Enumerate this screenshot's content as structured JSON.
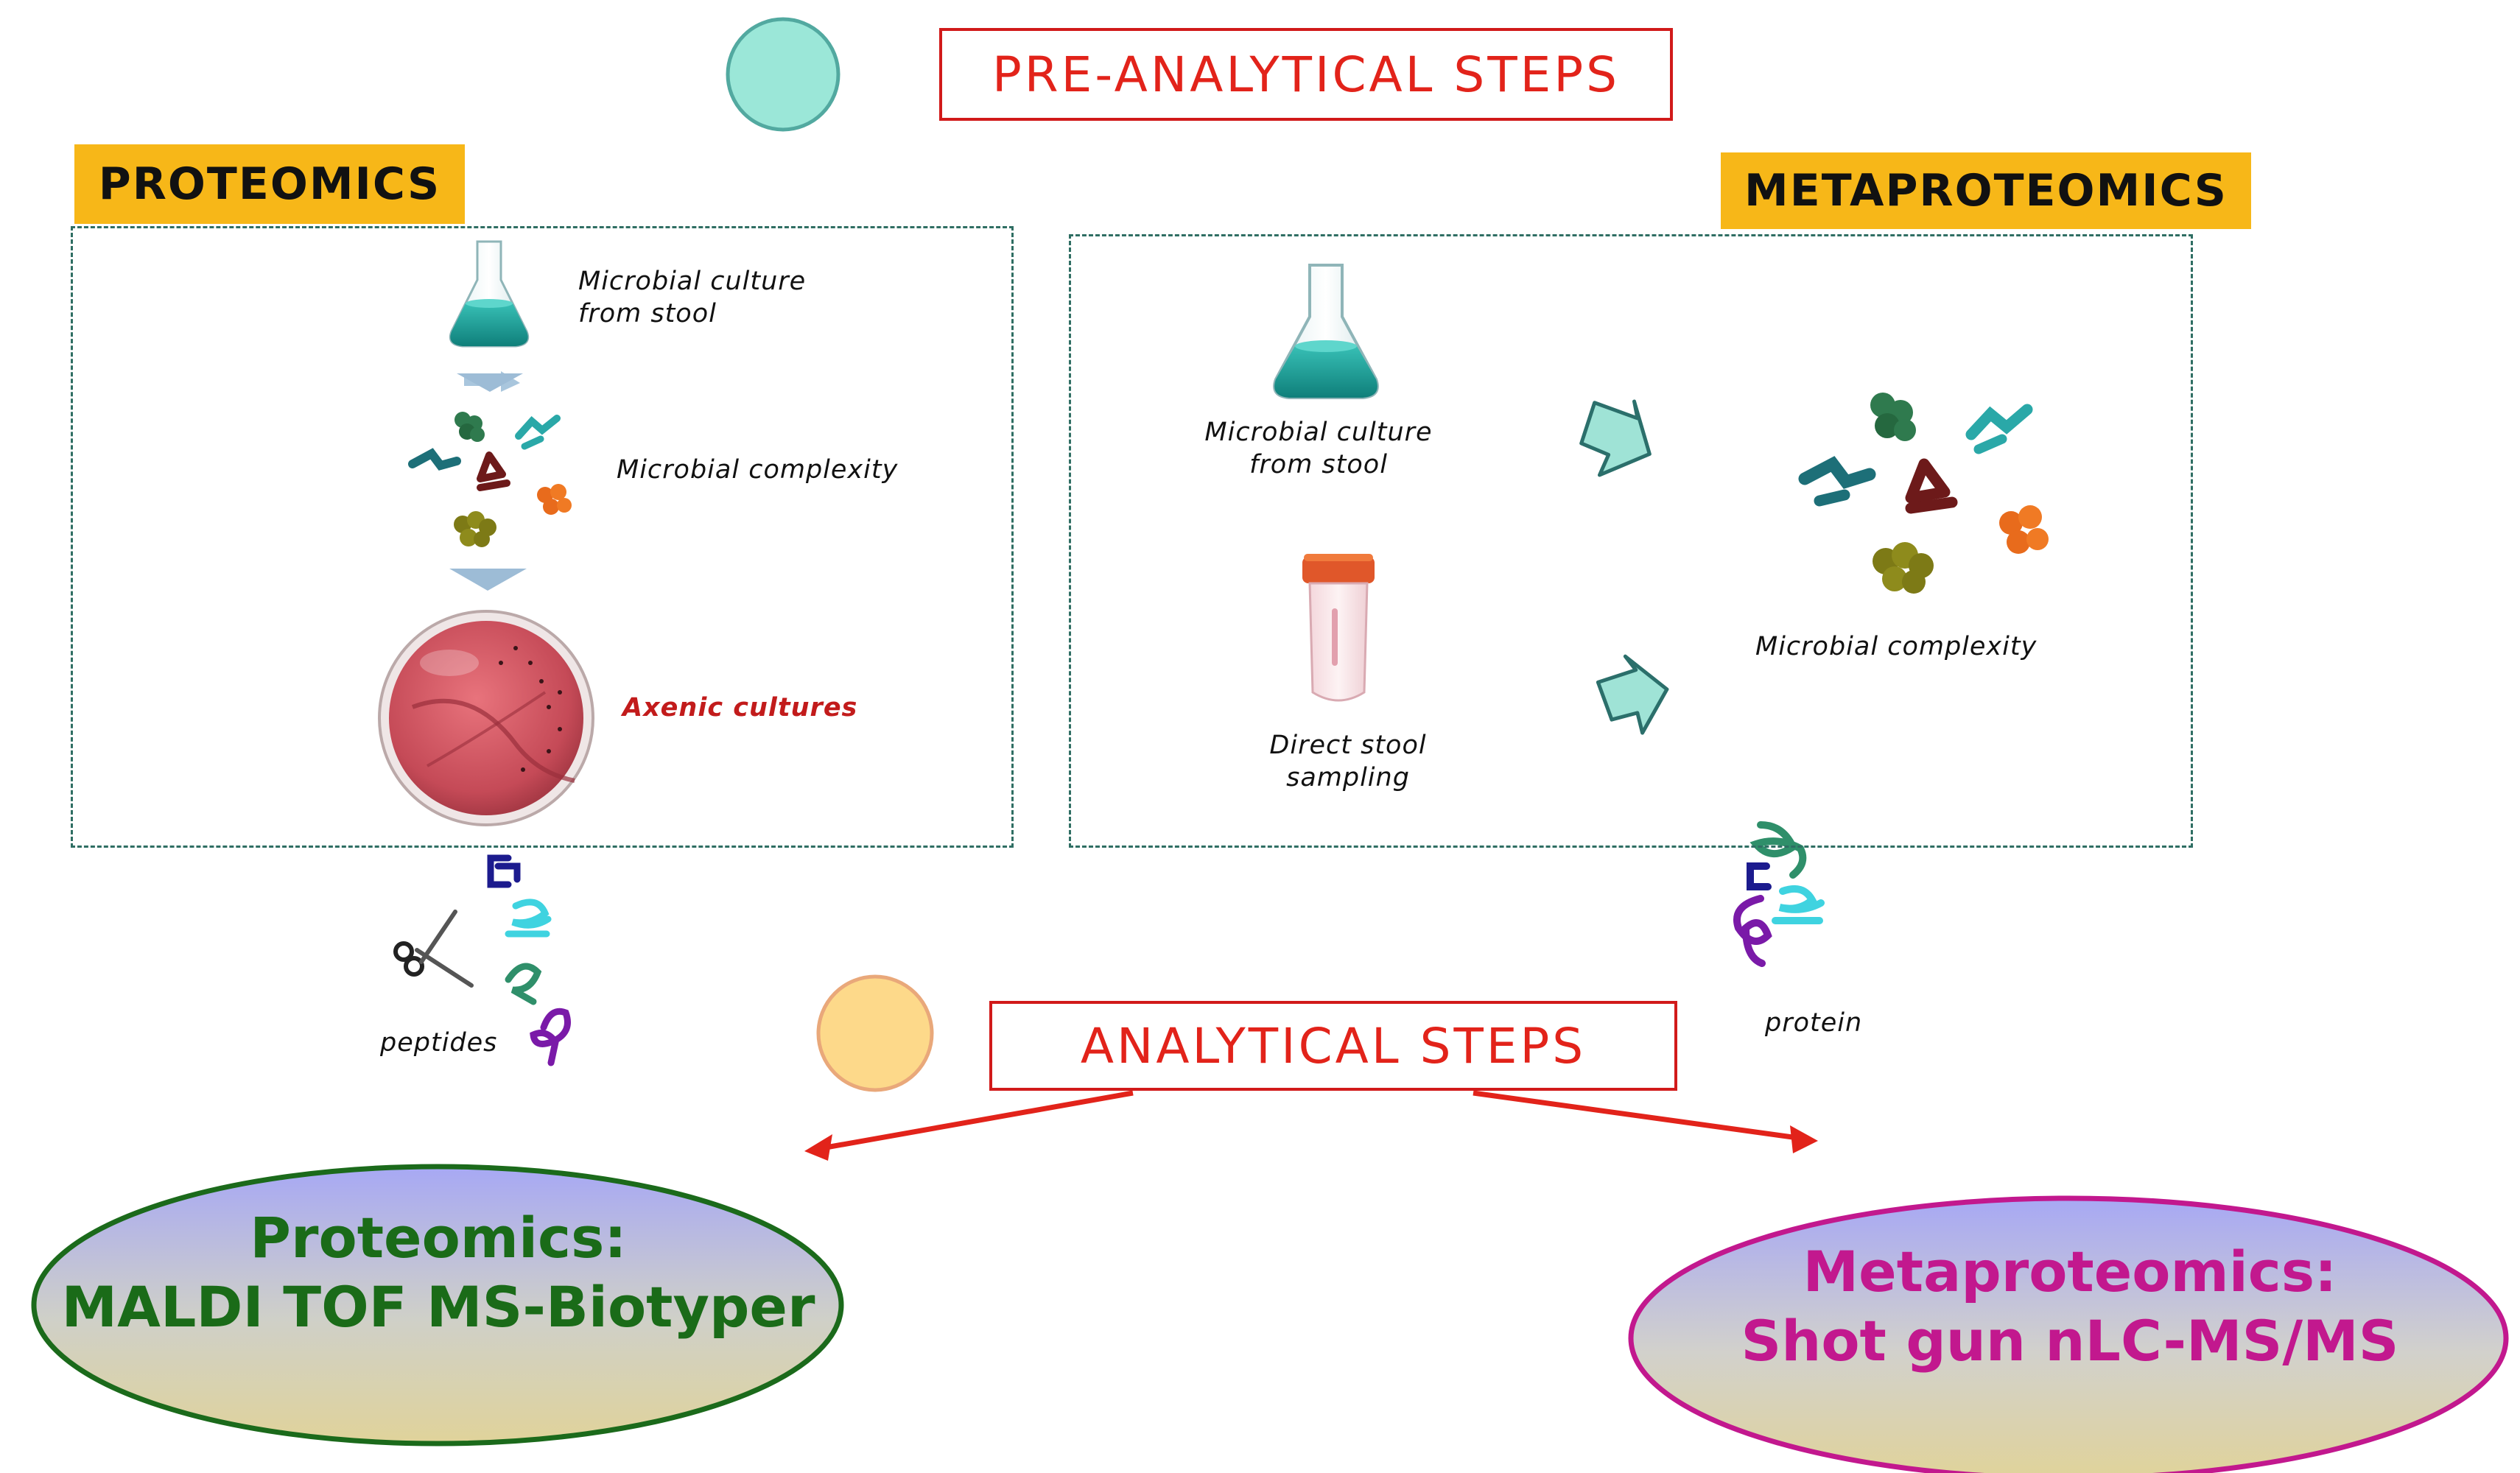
{
  "header": {
    "title": "PRE-ANALYTICAL STEPS"
  },
  "proteomics": {
    "tab": "PROTEOMICS",
    "culture_line1": "Microbial culture",
    "culture_line2": "from stool",
    "complexity": "Microbial complexity",
    "axenic": "Axenic cultures",
    "peptides": "peptides"
  },
  "metaproteomics": {
    "tab": "METAPROTEOMICS",
    "culture_line1": "Microbial culture",
    "culture_line2": "from stool",
    "direct_line1": "Direct stool",
    "direct_line2": "sampling",
    "complexity": "Microbial complexity",
    "protein": "protein"
  },
  "analytical": {
    "title": "ANALYTICAL STEPS"
  },
  "outputs": {
    "left_line1": "Proteomics:",
    "left_line2": "MALDI TOF MS-Biotyper",
    "right_line1": "Metaproteomics:",
    "right_line2": "Shot gun nLC-MS/MS"
  },
  "colors": {
    "title_red": "#e2231a",
    "tab_yellow": "#f7b718",
    "axenic_red": "#c21b1b",
    "left_text_green": "#1a6b18",
    "right_text_magenta": "#c2188e",
    "circle_teal": "#9be7d8",
    "circle_yellow": "#fdd98a"
  }
}
